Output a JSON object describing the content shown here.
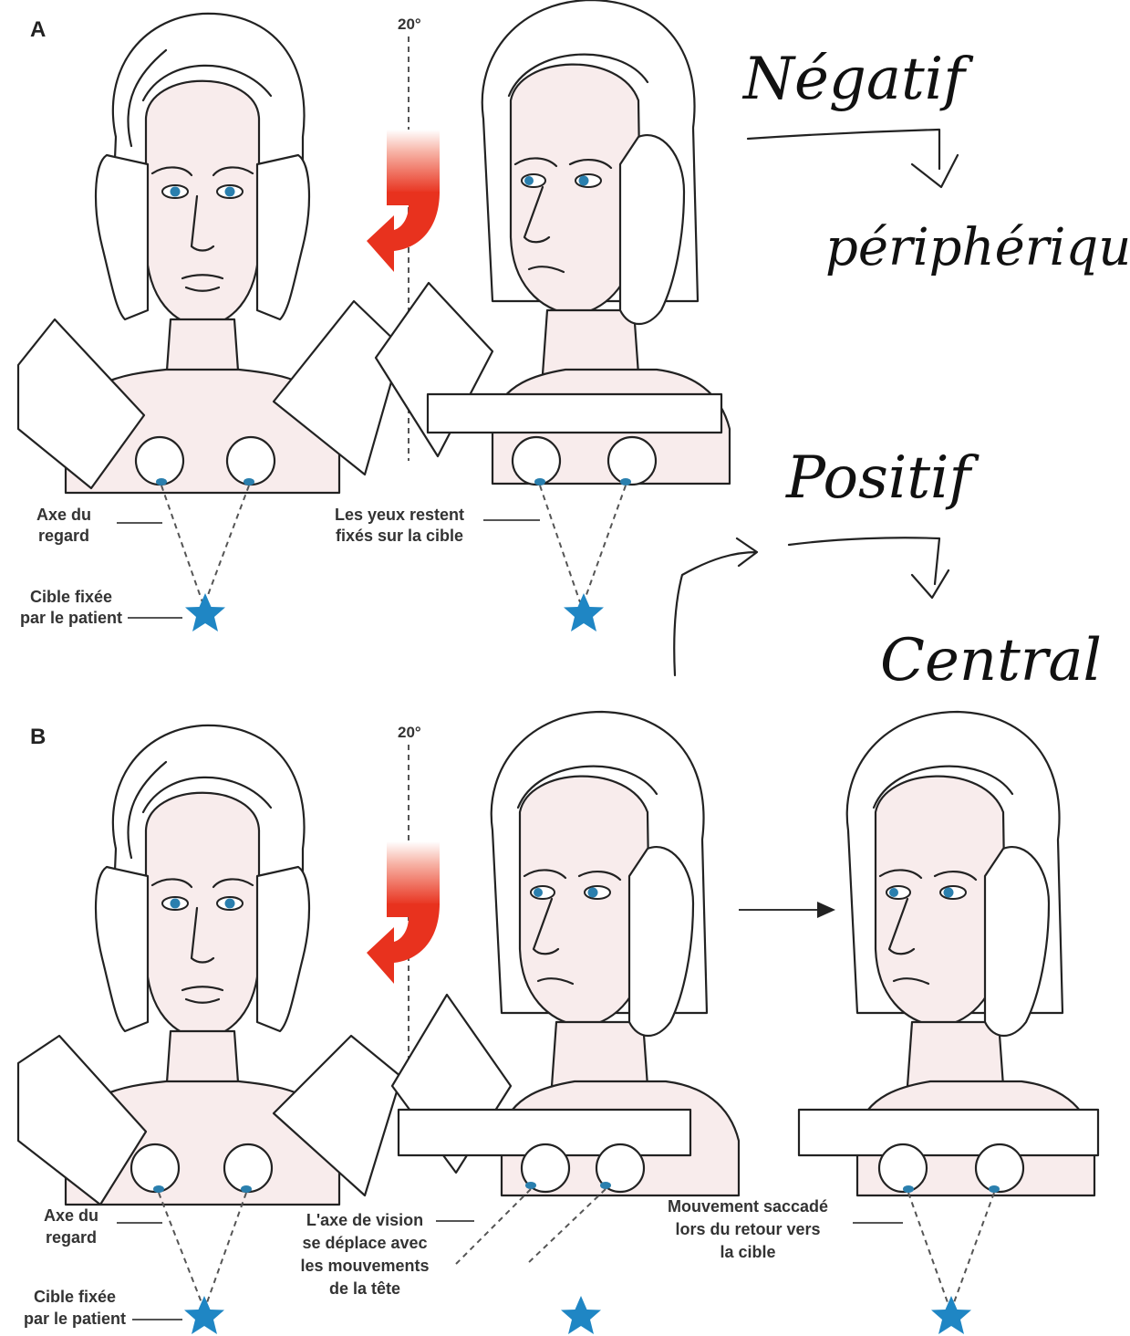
{
  "panels": {
    "a": {
      "letter": "A",
      "angle": "20°",
      "label_gaze_axis": [
        "Axe du",
        "regard"
      ],
      "label_eyes_fixed": [
        "Les yeux restent",
        "fixés sur la cible"
      ],
      "label_target": [
        "Cible fixée",
        "par le patient"
      ]
    },
    "b": {
      "letter": "B",
      "angle": "20°",
      "label_gaze_axis": [
        "Axe du",
        "regard"
      ],
      "label_vision_axis": [
        "L'axe de vision",
        "se déplace avec",
        "les mouvements",
        "de la tête"
      ],
      "label_saccade": [
        "Mouvement saccadé",
        "lors du retour vers",
        "la cible"
      ],
      "label_target": [
        "Cible fixée",
        "par le patient"
      ]
    }
  },
  "handwriting": {
    "negatif": "Négatif",
    "peripherique": "périphérique",
    "positif": "Positif",
    "central": "Central"
  },
  "colors": {
    "arrow_red": "#e8321e",
    "star_blue": "#1f86c4",
    "skin": "#f8ecec"
  }
}
